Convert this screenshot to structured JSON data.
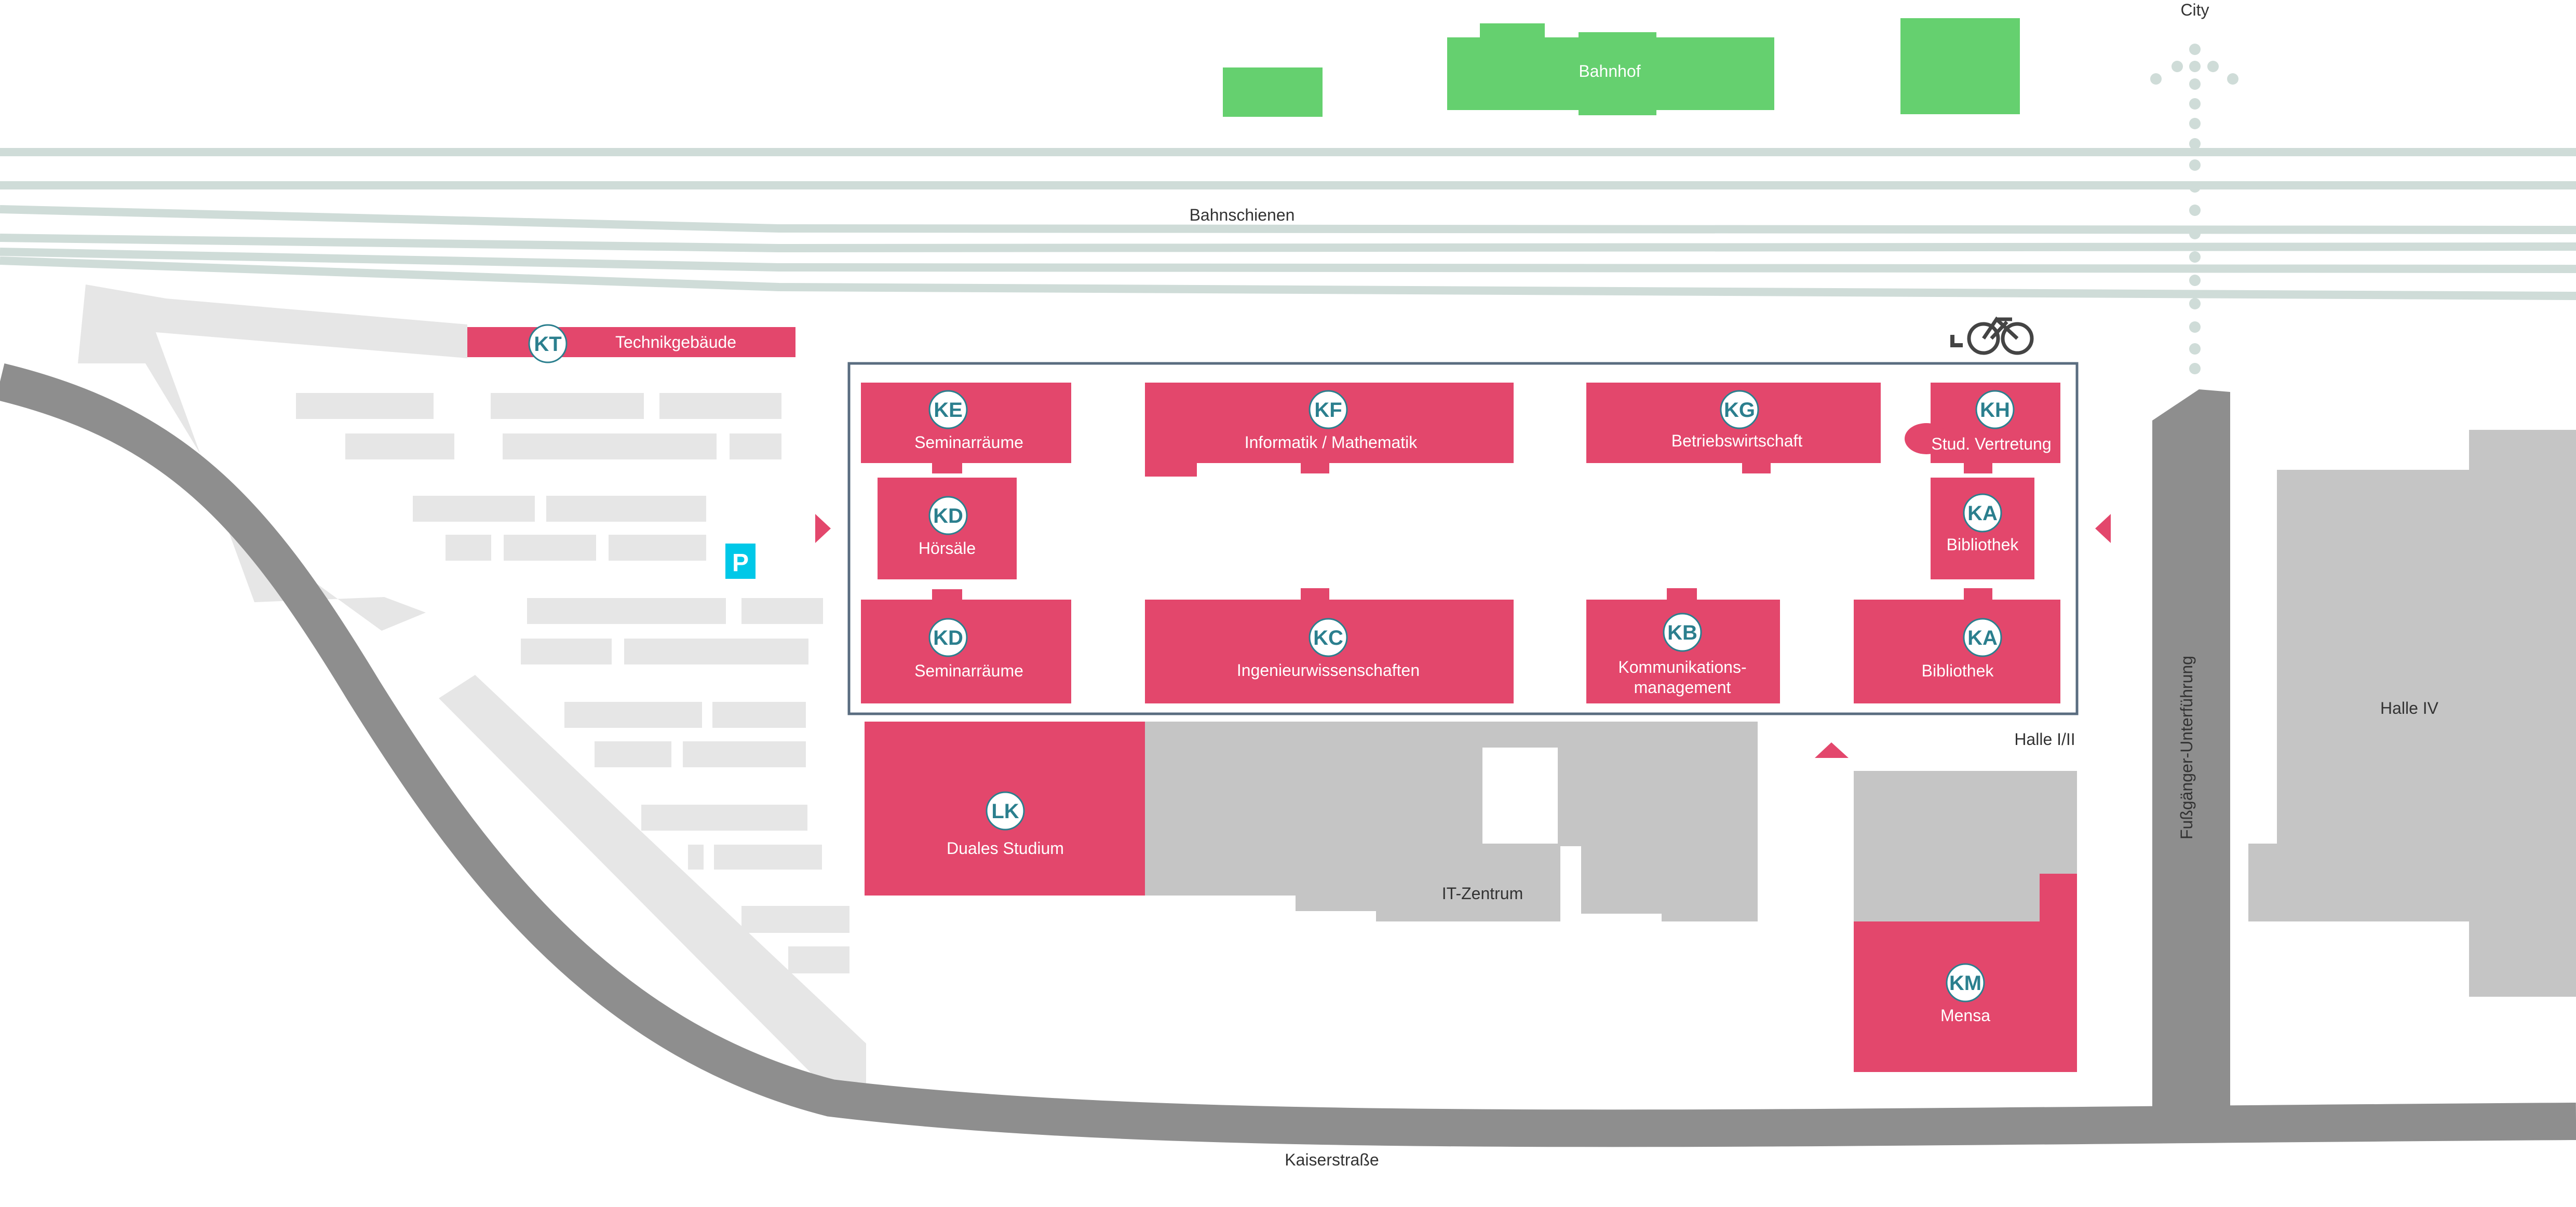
{
  "colors": {
    "building_red": "#e3476c",
    "gray_building": "#c5c5c5",
    "light_building": "#e6e6e6",
    "road": "#8e8e8e",
    "green": "#65d06f",
    "rail": "#cfdcd8",
    "outline": "#5a6d80",
    "parking": "#00c8e8"
  },
  "labels": {
    "city": "City",
    "bahnhof": "Bahnhof",
    "bahnschienen": "Bahnschienen",
    "kt": {
      "code": "KT",
      "name": "Technikgebäude"
    },
    "ke": {
      "code": "KE",
      "name": "Seminarräume"
    },
    "kf": {
      "code": "KF",
      "name": "Informatik / Mathematik"
    },
    "kg": {
      "code": "KG",
      "name": "Betriebswirtschaft"
    },
    "kh": {
      "code": "KH",
      "name": "Stud. Vertretung"
    },
    "kd_hoersaele": {
      "code": "KD",
      "name": "Hörsäle"
    },
    "ka_upper": {
      "code": "KA",
      "name": "Bibliothek"
    },
    "kd_seminar": {
      "code": "KD",
      "name": "Seminarräume"
    },
    "kc": {
      "code": "KC",
      "name": "Ingenieurwissenschaften"
    },
    "kb": {
      "code": "KB",
      "name_line1": "Kommunikations-",
      "name_line2": "management"
    },
    "ka_lower": {
      "code": "KA",
      "name": "Bibliothek"
    },
    "lk": {
      "code": "LK",
      "name": "Duales Studium"
    },
    "km": {
      "code": "KM",
      "name": "Mensa"
    },
    "it_zentrum": "IT-Zentrum",
    "halle_12": "Halle I/II",
    "halle_4": "Halle IV",
    "underpass": "Fußgänger-Unterführung",
    "kaiserstrasse": "Kaiserstraße",
    "parking": "P"
  },
  "icons": [
    "bicycle-icon",
    "parking-icon",
    "entrance-arrow-icon",
    "footpath-dots-icon"
  ]
}
